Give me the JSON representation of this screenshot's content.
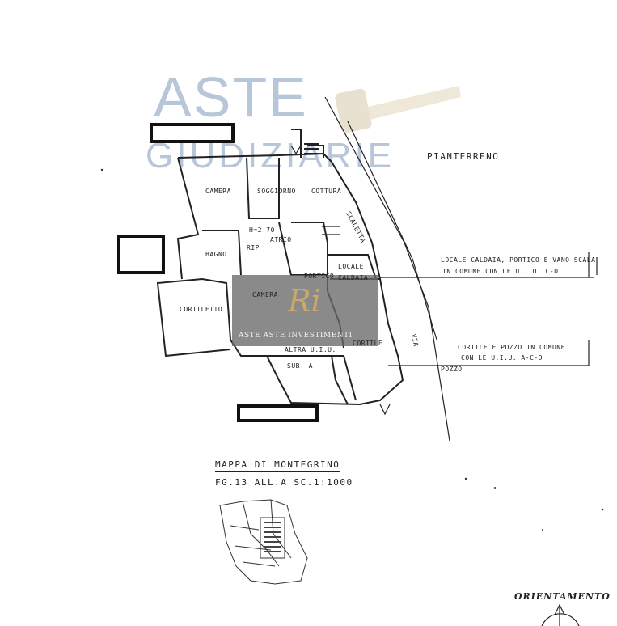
{
  "watermark": {
    "title": "ASTE",
    "subtitle": "GIUDIZIARIE",
    "overlay_logo": "Ri",
    "overlay_text": "ASTE ASTE INVESTIMENTI"
  },
  "plan": {
    "floor_label": "PIANTERRENO",
    "rooms": {
      "camera_top": "CAMERA",
      "soggiorno": "SOGGIORNO",
      "cottura": "COTTURA",
      "height": "H=2.70",
      "atrio": "ATRIO",
      "rip": "RIP",
      "bagno": "BAGNO",
      "locale_caldaia_1": "LOCALE",
      "locale_caldaia_2": "CALDAIA",
      "portico": "PORTICO",
      "camera_mid": "CAMERA",
      "cortiletto": "CORTILETTO",
      "altra_uiu": "ALTRA U.I.U.",
      "sub_a": "SUB. A",
      "cortile": "CORTILE",
      "pozzo": "POZZO"
    },
    "street_labels": {
      "scaletta": "SCALETTA",
      "via": "VIA"
    },
    "notes": {
      "locale_caldaia_line1": "LOCALE CALDAIA, PORTICO E VANO SCALA",
      "locale_caldaia_line2": "IN COMUNE CON LE U.I.U. C-D",
      "cortile_line1": "CORTILE E POZZO IN COMUNE",
      "cortile_line2": "CON LE U.I.U. A-C-D"
    }
  },
  "map": {
    "title": "MAPPA DI MONTEGRINO",
    "sheet": "FG.13 ALL.A SC.1:1000"
  },
  "orientation": {
    "label": "ORIENTAMENTO"
  },
  "colors": {
    "ink": "#222222",
    "watermark": "#b7c6d8",
    "overlay": "#696969",
    "logo": "#c9a86a"
  }
}
